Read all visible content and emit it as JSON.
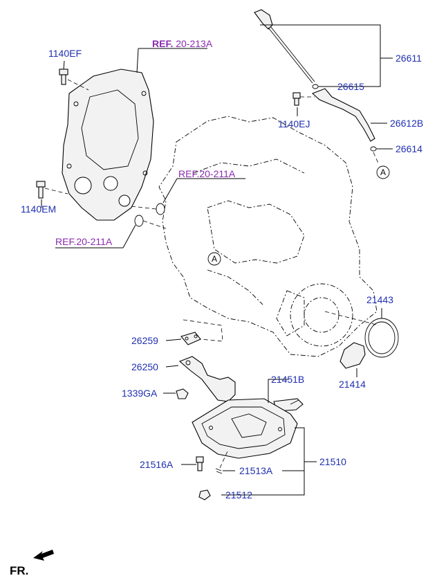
{
  "labels": {
    "l1140EF": "1140EF",
    "l1140EM": "1140EM",
    "l1140EJ": "1140EJ",
    "l26611": "26611",
    "l26615": "26615",
    "l26612B": "26612B",
    "l26614": "26614",
    "l26259": "26259",
    "l26250": "26250",
    "l1339GA": "1339GA",
    "l21451B": "21451B",
    "l21443": "21443",
    "l21414": "21414",
    "l21510": "21510",
    "l21516A": "21516A",
    "l21513A": "21513A",
    "l21512": "21512"
  },
  "refs": {
    "r213A_prefix": "REF.",
    "r213A_code": " 20-213A",
    "r211A_top": "REF.20-211A",
    "r211A_left": "REF.20-211A"
  },
  "markers": {
    "a_upper": "A",
    "a_engine": "A"
  },
  "fr_label": "FR.",
  "colors": {
    "label_blue": "#1f2fb0",
    "ref_purple": "#8a2bb0"
  }
}
